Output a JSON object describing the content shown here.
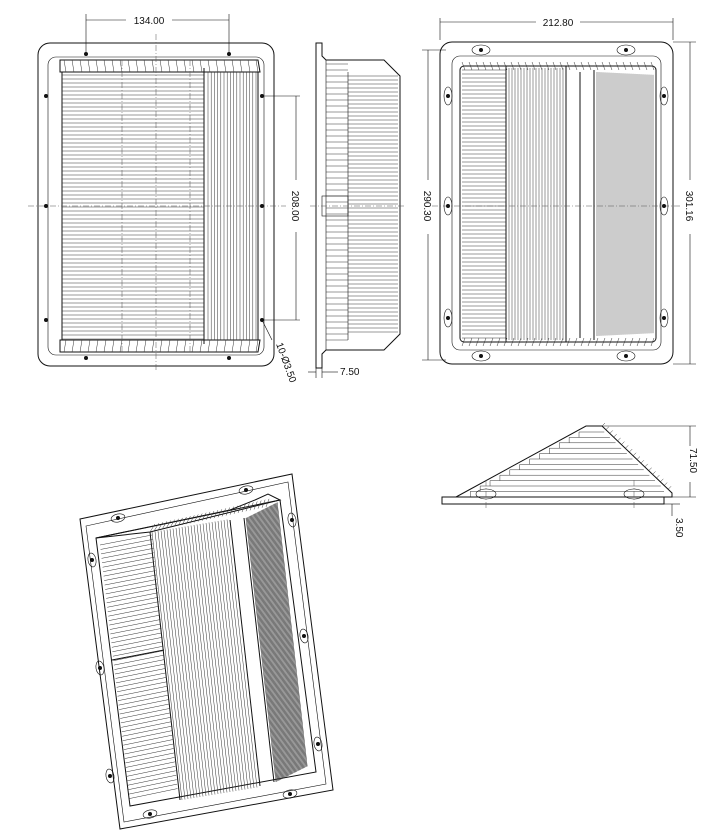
{
  "drawing": {
    "dimensions": {
      "front_width": "134.00",
      "front_height": "208.00",
      "hole_callout": "10-Ø3.50",
      "side_thickness": "7.50",
      "back_width": "212.80",
      "back_inner_height": "290.30",
      "back_outer_height": "301.16",
      "profile_height": "71.50",
      "profile_base": "3.50"
    },
    "views": [
      "front-view",
      "side-view",
      "back-view",
      "profile-view",
      "isometric-view"
    ]
  }
}
